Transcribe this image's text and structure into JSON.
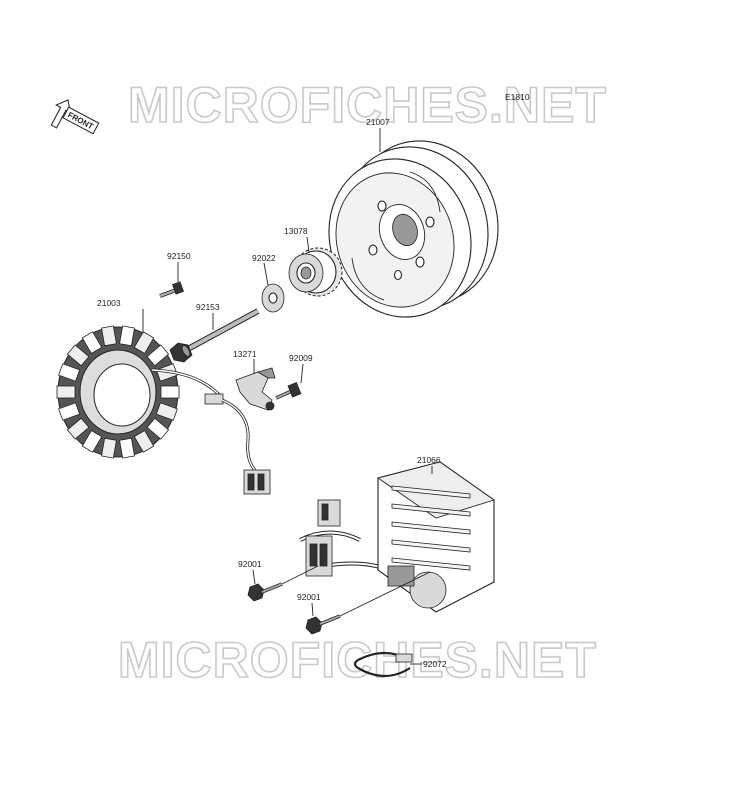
{
  "diagram": {
    "figure_code": "E1810",
    "front_label": "FRONT",
    "watermark_text": "MICROFICHES.NET",
    "parts": [
      {
        "number": "21007",
        "name": "flywheel-rotor"
      },
      {
        "number": "13078",
        "name": "starter-gear"
      },
      {
        "number": "92022",
        "name": "washer"
      },
      {
        "number": "92150",
        "name": "bolt"
      },
      {
        "number": "21003",
        "name": "stator"
      },
      {
        "number": "92153",
        "name": "rotor-bolt"
      },
      {
        "number": "13271",
        "name": "bracket"
      },
      {
        "number": "92009",
        "name": "screw"
      },
      {
        "number": "21066",
        "name": "regulator-rectifier"
      },
      {
        "number": "92001",
        "name": "bolt-left"
      },
      {
        "number": "92001",
        "name": "bolt-right"
      },
      {
        "number": "92072",
        "name": "band-clamp"
      }
    ]
  }
}
